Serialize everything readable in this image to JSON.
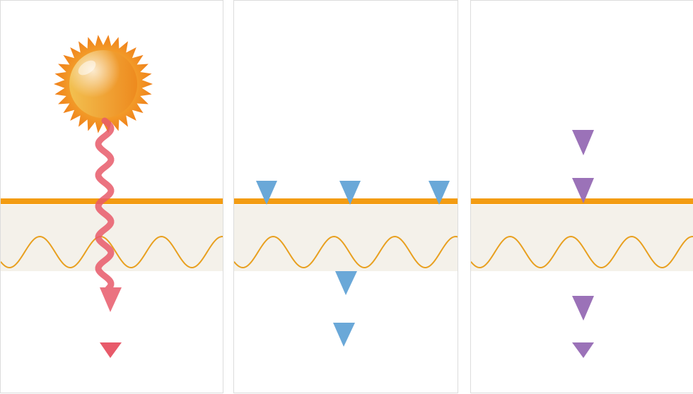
{
  "colors": {
    "surface_line": "#f39c12",
    "subsurface_layer": "#f4f1ea",
    "wave": "#e8a020",
    "sun_ray": "#e85a6a",
    "blue_marker": "#6aa8d8",
    "purple_marker": "#9b72b8",
    "sun_core": "#f0a030",
    "sun_rays_fill": "#f28a1e"
  },
  "panels": [
    {
      "id": "panel-1",
      "icons": [
        "sun-icon",
        "wavy-ray-arrow",
        "red-triangle-marker"
      ]
    },
    {
      "id": "panel-2",
      "icons": [
        "blue-triangle-marker"
      ]
    },
    {
      "id": "panel-3",
      "icons": [
        "purple-triangle-marker"
      ]
    }
  ]
}
